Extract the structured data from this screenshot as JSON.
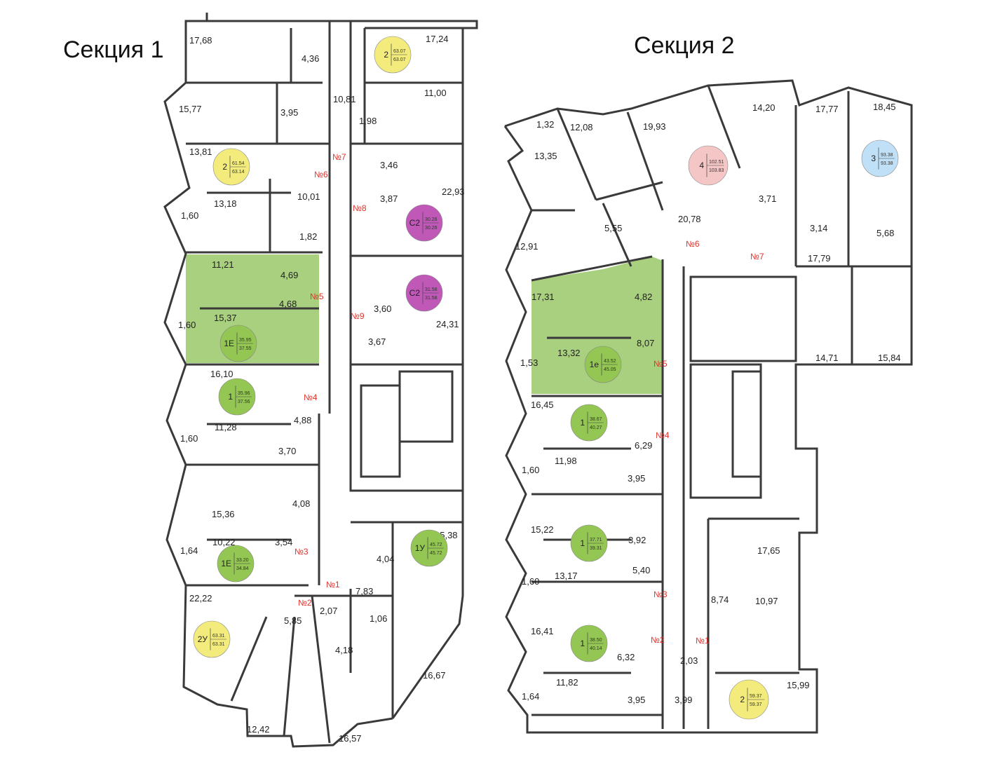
{
  "titles": {
    "section1": "Секция 1",
    "section2": "Секция 2"
  },
  "colors": {
    "green_fill": "#a9d07f",
    "badge_yellow": "#f3ec7c",
    "badge_green": "#93c653",
    "badge_magenta": "#c058b8",
    "badge_pink": "#f4c6c6",
    "badge_blue": "#bfe0f6",
    "number_red": "#e0312b"
  },
  "areas_s1": [
    "17,68",
    "4,36",
    "17,24",
    "10,81",
    "11,00",
    "15,77",
    "3,95",
    "1,98",
    "13,81",
    "3,46",
    "10,01",
    "13,18",
    "22,93",
    "1,60",
    "3,87",
    "1,82",
    "11,21",
    "4,69",
    "4,68",
    "15,37",
    "1,60",
    "3,60",
    "24,31",
    "3,67",
    "16,10",
    "4,88",
    "11,28",
    "1,60",
    "3,70",
    "4,08",
    "15,36",
    "10,22",
    "3,54",
    "1,64",
    "4,04",
    "15,38",
    "7,83",
    "22,22",
    "2,07",
    "1,06",
    "5,85",
    "4,18",
    "16,67",
    "12,42",
    "16,57"
  ],
  "areas_s2": [
    "1,32",
    "12,08",
    "19,93",
    "14,20",
    "17,77",
    "18,45",
    "13,35",
    "3,71",
    "20,78",
    "5,55",
    "3,14",
    "5,68",
    "12,91",
    "17,79",
    "17,31",
    "4,82",
    "8,07",
    "1,53",
    "13,32",
    "14,71",
    "15,84",
    "16,45",
    "6,29",
    "11,98",
    "1,60",
    "3,95",
    "15,22",
    "3,92",
    "5,40",
    "17,65",
    "1,60",
    "13,17",
    "8,74",
    "10,97",
    "16,41",
    "6,32",
    "2,03",
    "11,82",
    "3,95",
    "3,99",
    "15,99",
    "1,64"
  ],
  "numbers_s1": [
    "№7",
    "№6",
    "№8",
    "№5",
    "№9",
    "№4",
    "№3",
    "№1",
    "№2"
  ],
  "numbers_s2": [
    "№6",
    "№7",
    "№5",
    "№4",
    "№3",
    "№2",
    "№1"
  ],
  "badges": [
    {
      "type": "2",
      "a": "63.07",
      "b": "63.07",
      "color": "#f3ec7c"
    },
    {
      "type": "2",
      "a": "61.54",
      "b": "63.14",
      "color": "#f3ec7c"
    },
    {
      "type": "С2",
      "a": "30.26",
      "b": "30.26",
      "color": "#c058b8"
    },
    {
      "type": "С2",
      "a": "31.58",
      "b": "31.58",
      "color": "#c058b8"
    },
    {
      "type": "1Е",
      "a": "35.95",
      "b": "37.55",
      "color": "#93c653"
    },
    {
      "type": "1",
      "a": "35.96",
      "b": "37.56",
      "color": "#93c653"
    },
    {
      "type": "1Е",
      "a": "33.20",
      "b": "34.84",
      "color": "#93c653"
    },
    {
      "type": "1У",
      "a": "45.72",
      "b": "45.72",
      "color": "#93c653"
    },
    {
      "type": "2У",
      "a": "63.31",
      "b": "63.31",
      "color": "#f3ec7c"
    },
    {
      "type": "4",
      "a": "102.51",
      "b": "103.83",
      "color": "#f4c6c6"
    },
    {
      "type": "3",
      "a": "93.38",
      "b": "93.38",
      "color": "#bfe0f6"
    },
    {
      "type": "1е",
      "a": "43.52",
      "b": "45.05",
      "color": "#93c653"
    },
    {
      "type": "1",
      "a": "38.67",
      "b": "40.27",
      "color": "#93c653"
    },
    {
      "type": "1",
      "a": "37.71",
      "b": "39.31",
      "color": "#93c653"
    },
    {
      "type": "1",
      "a": "38.50",
      "b": "40.14",
      "color": "#93c653"
    },
    {
      "type": "2",
      "a": "59.37",
      "b": "59.37",
      "color": "#f3ec7c"
    }
  ]
}
